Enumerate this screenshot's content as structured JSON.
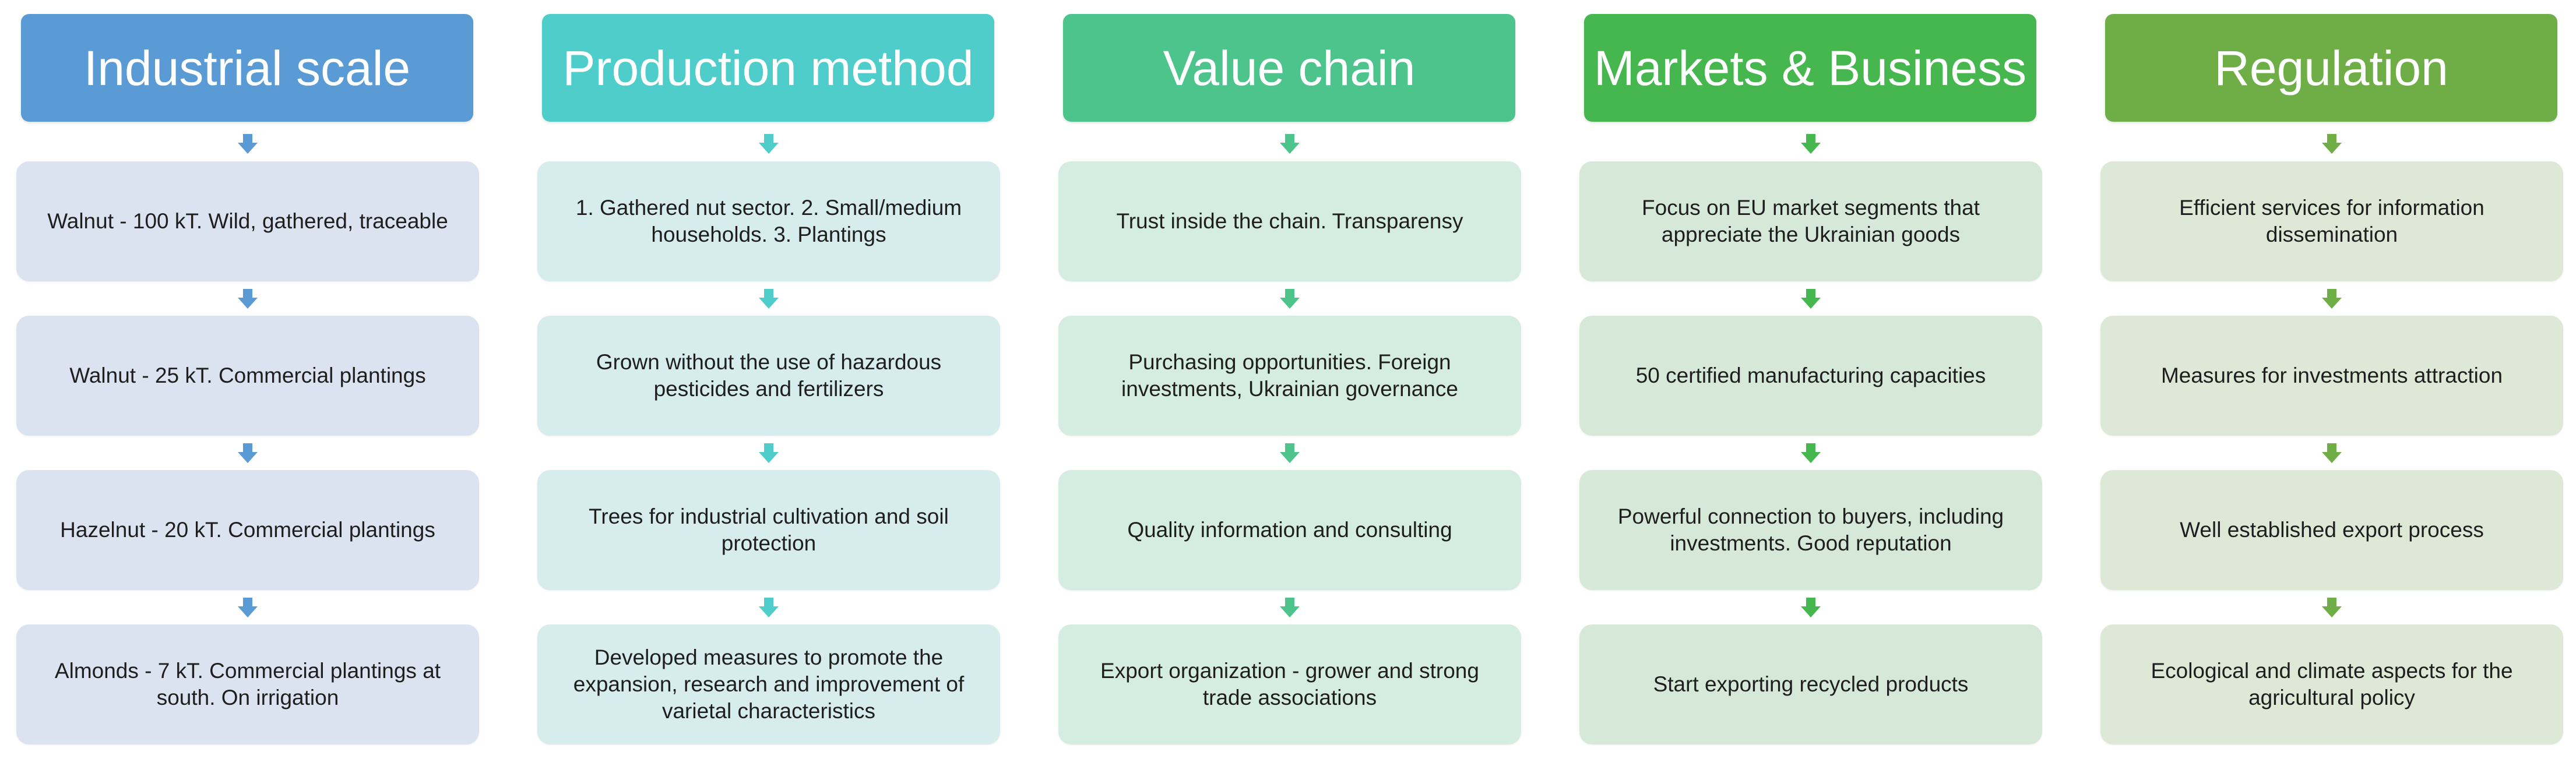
{
  "columns": [
    {
      "title": "Industrial scale",
      "header_color": "#5b9bd5",
      "arrow_color": "#5b9bd5",
      "card_color": "#dbe3f0",
      "items": [
        "Walnut  - 100 kT. Wild, gathered, traceable",
        "Walnut - 25 kT. Commercial plantings",
        "Hazelnut - 20 kT. Commercial plantings",
        "Almonds - 7 kT. Commercial plantings at south. On irrigation"
      ]
    },
    {
      "title": "Production method",
      "header_color": "#4ecdca",
      "arrow_color": "#4ecdca",
      "card_color": "#d6eced",
      "items": [
        "1. Gathered nut sector. 2. Small/medium households. 3. Plantings",
        "Grown without the use of hazardous pesticides and fertilizers",
        "Trees for industrial cultivation and soil protection",
        "Developed measures to promote the expansion, research and improvement of varietal characteristics"
      ]
    },
    {
      "title": "Value chain",
      "header_color": "#4dc48c",
      "arrow_color": "#4dc48c",
      "card_color": "#d5ece2",
      "items": [
        "Trust inside the chain. Transparensy",
        "Purchasing opportunities. Foreign investments, Ukrainian governance",
        "Quality information and consulting",
        "Export organization - grower and strong trade associations"
      ]
    },
    {
      "title": "Markets & Business",
      "header_color": "#46b64e",
      "arrow_color": "#46b64e",
      "card_color": "#d6e9d8",
      "items": [
        "Focus on EU market segments that appreciate the Ukrainian goods",
        "50 certified manufacturing capacities",
        "Powerful connection to buyers, including investments. Good reputation",
        "Start exporting recycled products"
      ]
    },
    {
      "title": "Regulation",
      "header_color": "#6fad47",
      "arrow_color": "#6fad47",
      "card_color": "#dde8d6",
      "items": [
        "Efficient services for information dissemination",
        "Measures for investments attraction",
        "Well established export process",
        "Ecological and climate aspects for the agricultural policy"
      ]
    }
  ]
}
